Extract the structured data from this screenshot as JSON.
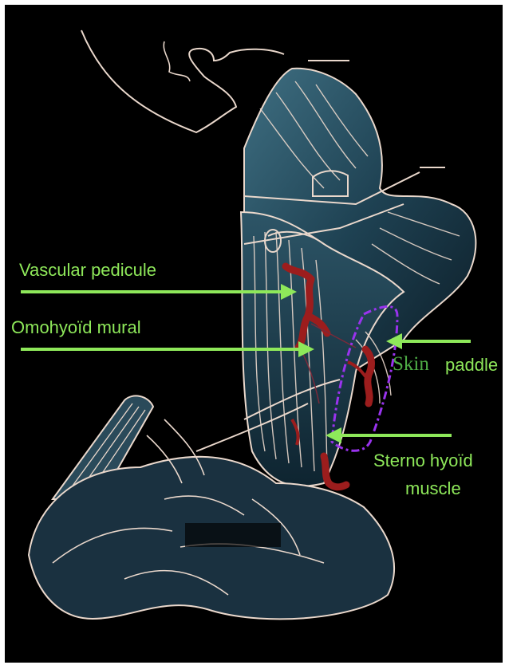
{
  "colors": {
    "background": "#000000",
    "border": "#ffffff",
    "label_green": "#8ee85a",
    "arrow_green": "#8ee85a",
    "muscle_fill": "#1f4254",
    "line_art": "#ead8cc",
    "vessel_red": "#9c1d1d",
    "paddle_outline": "#9933ee"
  },
  "labels": {
    "vascular_pedicule": "Vascular pedicule",
    "omohyoid_mural": "Omohyoïd mural",
    "skin": "Skin",
    "paddle": "paddle",
    "sterno_hyoid_line1": "Sterno hyoïd",
    "sterno_hyoid_line2": "muscle"
  }
}
